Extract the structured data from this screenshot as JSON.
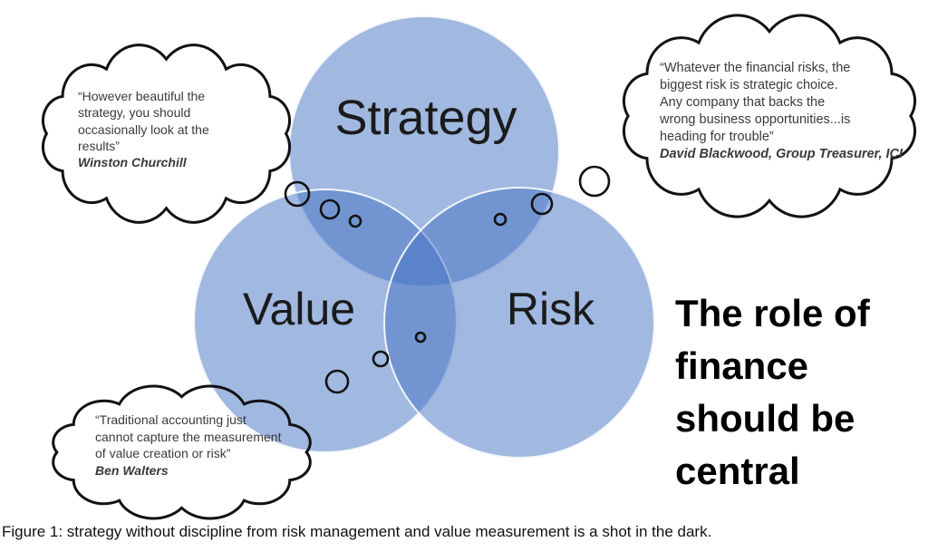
{
  "venn": {
    "labels": {
      "top": "Strategy",
      "left": "Value",
      "right": "Risk"
    },
    "circle_fill": "#4472C4",
    "circle_edge": "#ffffff",
    "overlap_fill": "#7395D3",
    "triple_overlap_fill": "#5C84CC"
  },
  "callouts": [
    {
      "id": "strategy-quote",
      "lines": [
        "“However beautiful the",
        "strategy, you should",
        "occasionally look at the",
        "results”"
      ],
      "attribution": "Winston Churchill"
    },
    {
      "id": "risk-quote",
      "lines": [
        "“Whatever the financial risks, the",
        "biggest risk is strategic choice.",
        "Any company that backs the",
        "wrong business opportunities...is",
        "heading for trouble”"
      ],
      "attribution": "David Blackwood, Group Treasurer, ICI"
    },
    {
      "id": "value-quote",
      "lines": [
        "“Traditional accounting just",
        "cannot capture the measurement",
        "of value creation or risk”"
      ],
      "attribution": "Ben Walters"
    }
  ],
  "headline": {
    "lines": [
      "The role of",
      "finance",
      "should be",
      "central"
    ]
  },
  "caption": "Figure 1: strategy without discipline from risk management and value measurement is a shot in the dark."
}
